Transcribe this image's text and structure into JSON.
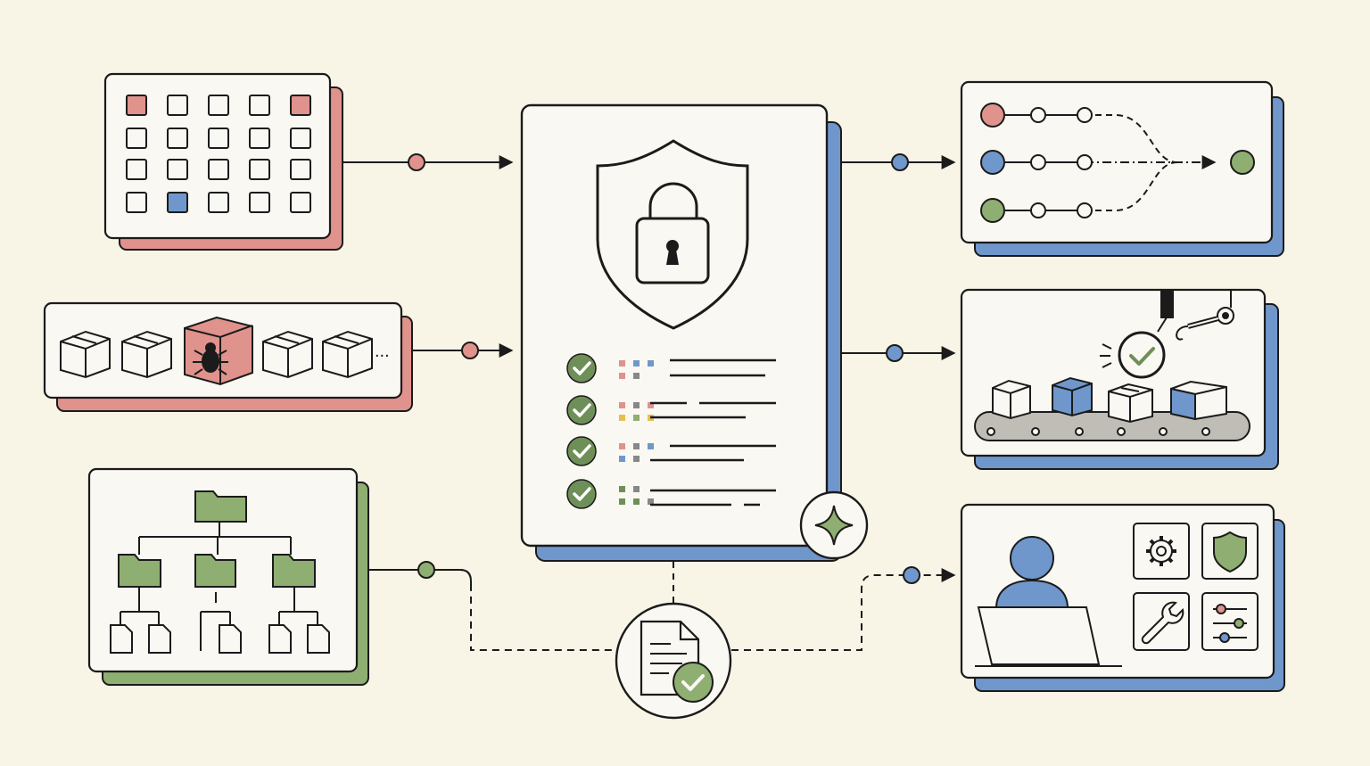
{
  "title": "",
  "palette": {
    "background": "#f8f4e6",
    "card": "#faf8f2",
    "ink": "#1b1b1b",
    "red": "#e0928c",
    "blue": "#6f97cc",
    "green": "#8fae72",
    "green_dark": "#6f8f58",
    "muted_line": "#555555"
  },
  "icons": {
    "central": "shield-lock-icon",
    "verified_doc": "document-check-icon",
    "sparkle": "sparkle-icon",
    "inputs": [
      "calendar-grid-icon",
      "package-bug-icon",
      "folder-tree-icon"
    ],
    "outputs": [
      "branch-merge-icon",
      "conveyor-inspection-icon",
      "user-settings-icon"
    ]
  },
  "checklist": {
    "rows": 4,
    "checked": [
      true,
      true,
      true,
      true
    ]
  },
  "package_strip": {
    "boxes": 5,
    "infected_index": 2,
    "overflow_text": "..."
  }
}
